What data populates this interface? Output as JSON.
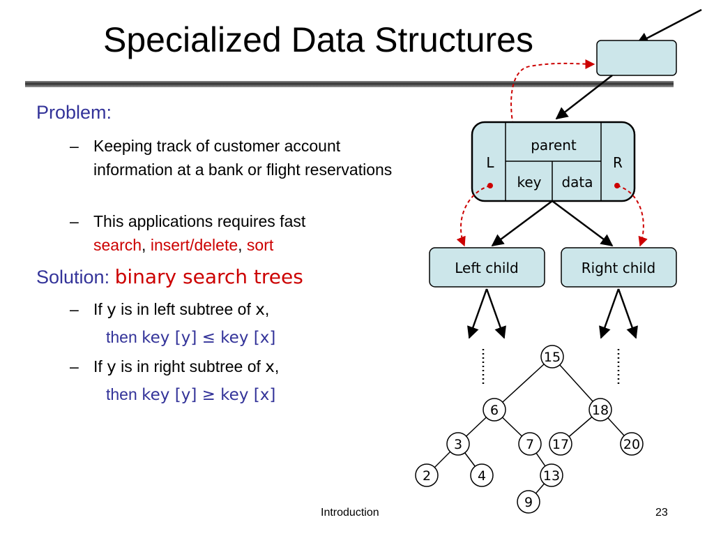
{
  "title": "Specialized Data Structures",
  "problem": {
    "heading": "Problem:",
    "bullets": [
      "Keeping track of customer account information at a bank or flight reservations",
      "This applications requires fast"
    ],
    "ops": [
      "search",
      "insert/delete",
      "sort"
    ],
    "sep": [
      ", ",
      ", "
    ]
  },
  "solution": {
    "heading": "Solution: ",
    "answer": "binary search trees",
    "rule1": {
      "pre": "If ",
      "y": "y",
      "mid": " is in left subtree of ",
      "x": "x",
      "post": ",",
      "then": "then ",
      "expr": "key [y] ≤ key [x]"
    },
    "rule2": {
      "pre": "If ",
      "y": "y",
      "mid": " is in right subtree of ",
      "x": "x",
      "post": ",",
      "then": "then ",
      "expr": "key [y] ≥ key [x]"
    }
  },
  "node_diagram": {
    "L": "L",
    "R": "R",
    "parent": "parent",
    "key": "key",
    "data": "data",
    "left_child": "Left child",
    "right_child": "Right child"
  },
  "tree_nodes": [
    "15",
    "6",
    "18",
    "3",
    "7",
    "17",
    "20",
    "2",
    "4",
    "13",
    "9"
  ],
  "footer": {
    "center": "Introduction",
    "page": "23"
  },
  "colors": {
    "heading_blue": "#333399",
    "highlight_red": "#cc0000",
    "node_fill": "#cce6ea",
    "pointer_red": "#cc0000"
  }
}
